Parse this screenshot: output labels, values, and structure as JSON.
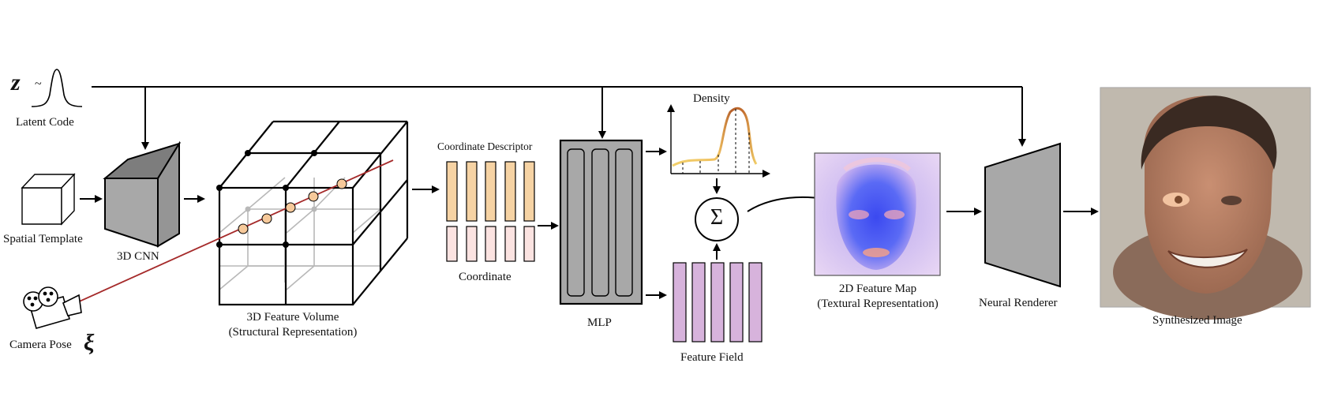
{
  "latent": {
    "symbol": "z",
    "tilde": "~",
    "label": "Latent Code"
  },
  "spatial_template": {
    "label": "Spatial Template"
  },
  "cnn": {
    "label": "3D CNN"
  },
  "camera": {
    "label": "Camera Pose",
    "symbol": "ξ"
  },
  "feature_volume": {
    "label_line1": "3D Feature Volume",
    "label_line2": "(Structural Representation)"
  },
  "coordinates": {
    "descriptor_label": "Coordinate Descriptor",
    "coordinate_label": "Coordinate"
  },
  "mlp": {
    "label": "MLP"
  },
  "density": {
    "label": "Density"
  },
  "sum": {
    "symbol": "Σ"
  },
  "feature_field": {
    "label": "Feature Field"
  },
  "feature_map": {
    "label_line1": "2D Feature Map",
    "label_line2": "(Textural Representation)"
  },
  "renderer": {
    "label": "Neural Renderer"
  },
  "output": {
    "label": "Synthesized Image"
  },
  "colors": {
    "descriptor_fill": "#f6d3a4",
    "coordinate_fill": "#fbe3e1",
    "feature_field_fill": "#d7b3dc",
    "module_gray": "#a8a8a8",
    "ray": "#a52a2a",
    "sample_point": "#f6c99a",
    "density_curve_low": "#f2d06a",
    "density_curve_high": "#b5602a"
  }
}
